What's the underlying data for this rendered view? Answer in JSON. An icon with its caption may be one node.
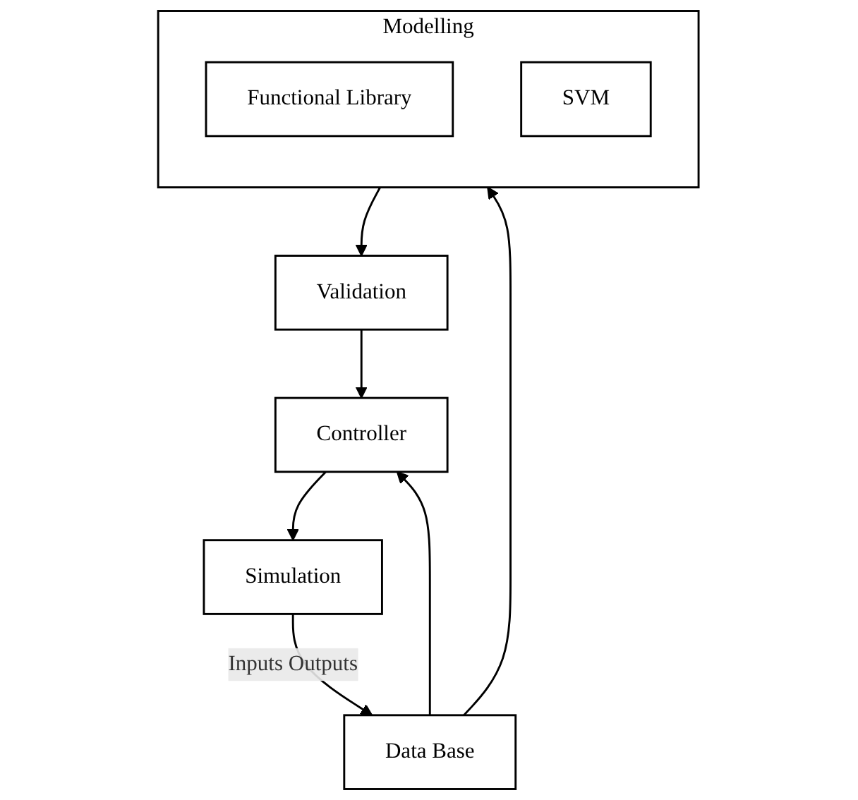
{
  "diagram": {
    "nodes": [
      {
        "text": [
          "Simulation"
        ]
      },
      {
        "text": [
          "Data Base"
        ]
      },
      {
        "text": [
          "Modelling"
        ]
      },
      {
        "text": [
          "Functional Library"
        ],
        "in": 2
      },
      {
        "text": [
          "SVM"
        ],
        "in": 2
      },
      {
        "text": [
          "Controller"
        ]
      },
      {
        "text": [
          "Validation"
        ]
      }
    ],
    "edges": [
      {
        "from": 0,
        "to": 1,
        "arrow": "to",
        "label": "Inputs Outputs"
      },
      {
        "from": 5,
        "to": 0,
        "arrow": "to"
      },
      {
        "from": 1,
        "to": 5,
        "arrow": "to"
      },
      {
        "from": 1,
        "to": 2,
        "arrow": "to"
      },
      {
        "from": 2,
        "to": 6,
        "arrow": "to"
      },
      {
        "from": 6,
        "to": 5,
        "arrow": "to"
      }
    ]
  }
}
